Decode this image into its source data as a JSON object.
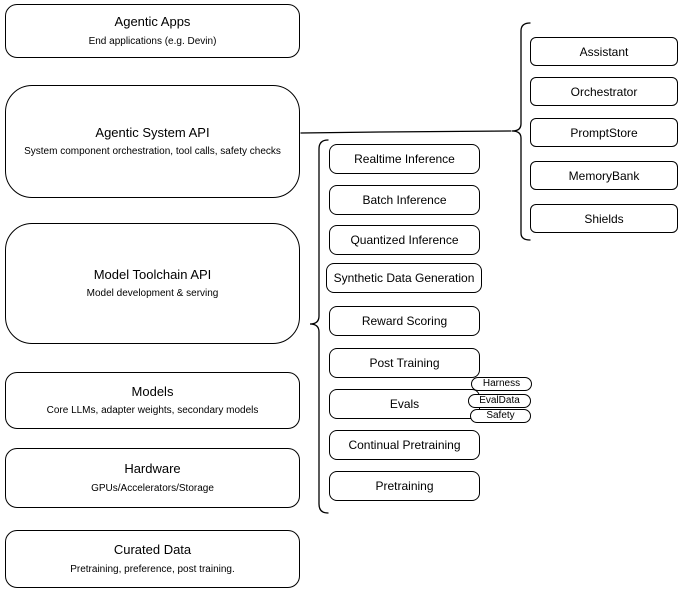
{
  "colors": {
    "background": "#ffffff",
    "stroke": "#000000",
    "text": "#000000"
  },
  "left_stack": [
    {
      "title": "Agentic Apps",
      "subtitle": "End applications (e.g. Devin)"
    },
    {
      "title": "Agentic System API",
      "subtitle": "System component orchestration, tool calls, safety checks"
    },
    {
      "title": "Model Toolchain API",
      "subtitle": "Model development & serving"
    },
    {
      "title": "Models",
      "subtitle": "Core LLMs, adapter weights, secondary models"
    },
    {
      "title": "Hardware",
      "subtitle": "GPUs/Accelerators/Storage"
    },
    {
      "title": "Curated Data",
      "subtitle": "Pretraining, preference, post training."
    }
  ],
  "toolchain_items": [
    "Realtime Inference",
    "Batch Inference",
    "Quantized Inference",
    "Synthetic Data Generation",
    "Reward Scoring",
    "Post Training",
    "Evals",
    "Continual Pretraining",
    "Pretraining"
  ],
  "eval_tags": [
    "Harness",
    "EvalData",
    "Safety"
  ],
  "system_components": [
    "Assistant",
    "Orchestrator",
    "PromptStore",
    "MemoryBank",
    "Shields"
  ]
}
